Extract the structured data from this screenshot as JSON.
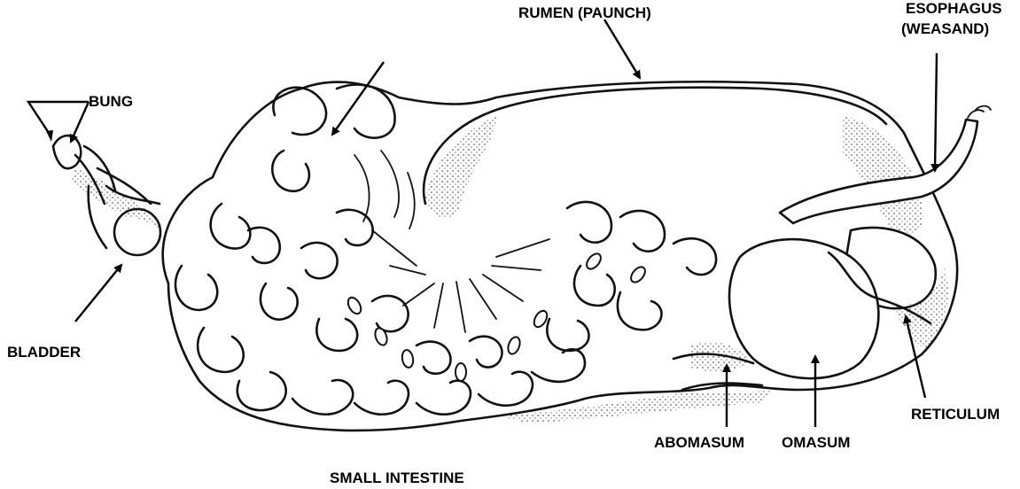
{
  "labels": {
    "rumen": "RUMEN (PAUNCH)",
    "esophagus_line1": "ESOPHAGUS",
    "esophagus_line2": "(WEASAND)",
    "bung": "BUNG",
    "bladder": "BLADDER",
    "reticulum": "RETICULUM",
    "abomasum": "ABOMASUM",
    "omasum": "OMASUM",
    "small_intestine": "SMALL INTESTINE"
  },
  "colors": {
    "ink": "#111111",
    "background": "#ffffff",
    "stipple": "#333333"
  }
}
